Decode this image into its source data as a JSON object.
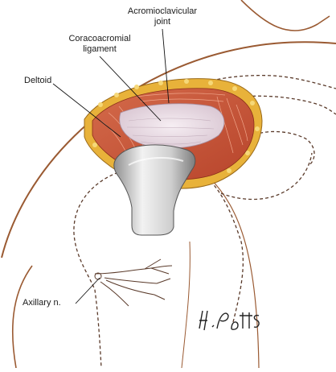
{
  "labels": {
    "acromioclavicular": {
      "line1": "Acromioclavicular",
      "line2": "joint"
    },
    "coracoacromial": {
      "line1": "Coracoacromial",
      "line2": "ligament"
    },
    "deltoid": "Deltoid",
    "axillary_nerve": "Axillary n."
  },
  "signature": "H. Potts",
  "colors": {
    "skin_outline": "#9a5a32",
    "muscle": "#c9573a",
    "muscle_light": "#e08a6a",
    "fat": "#e8b23a",
    "ligament": "#e9dde6",
    "retractor": "#b9b9b9",
    "retractor_light": "#ececec",
    "nerve": "#5a3a2a"
  }
}
